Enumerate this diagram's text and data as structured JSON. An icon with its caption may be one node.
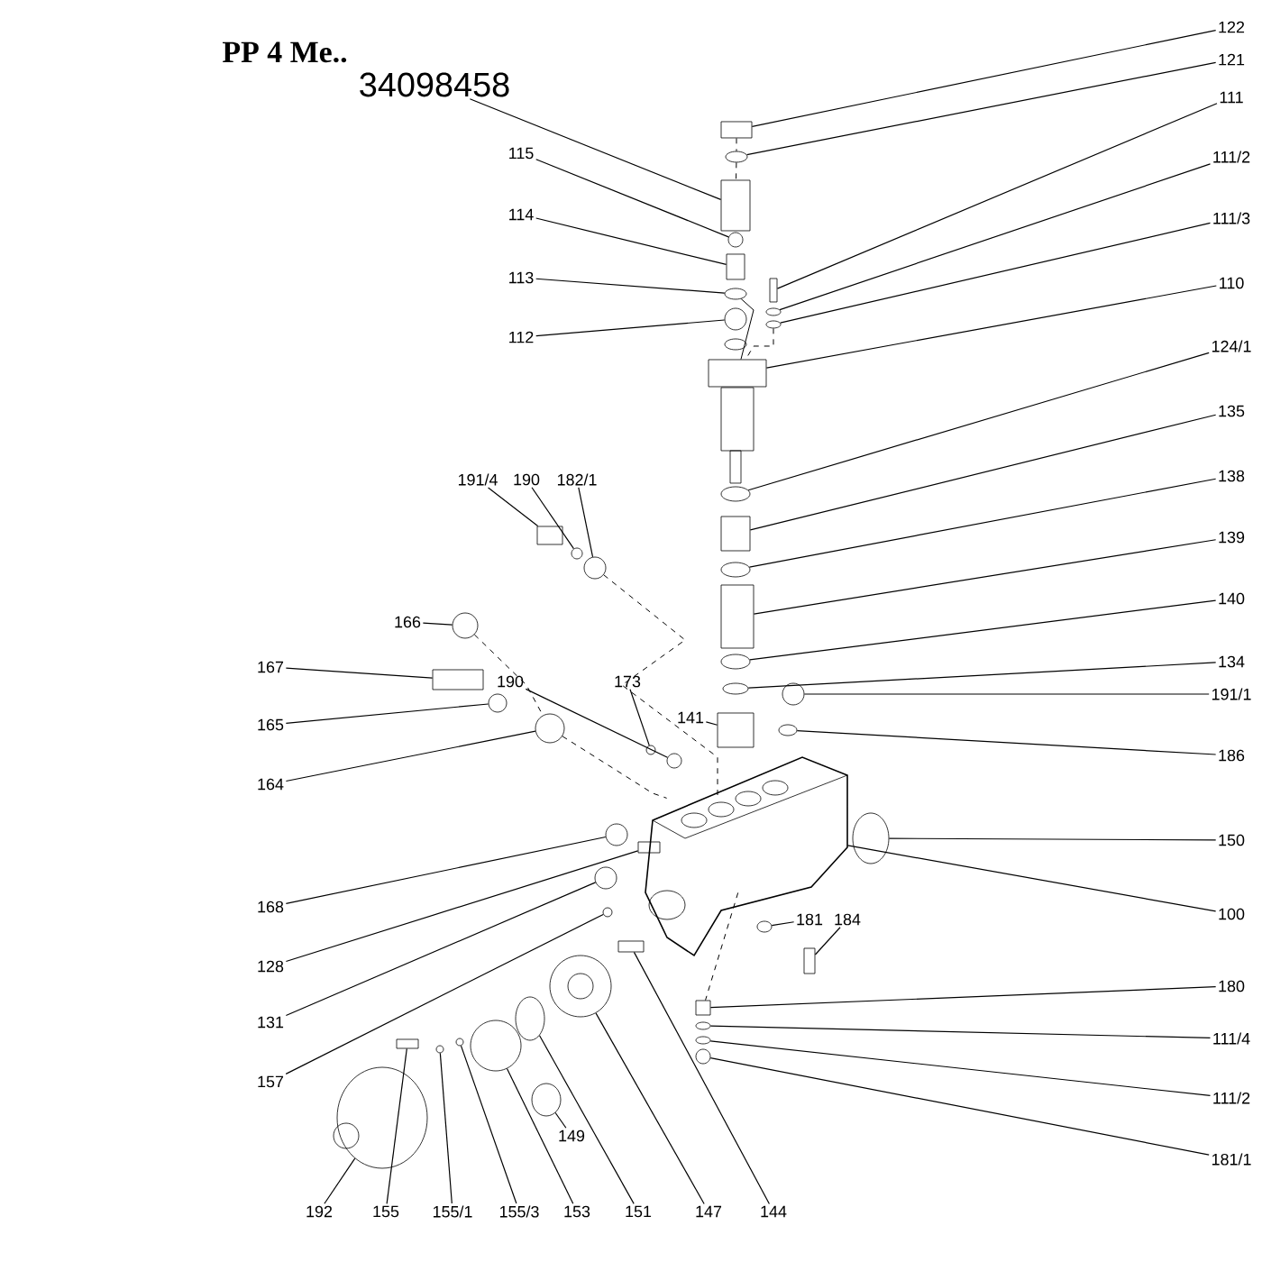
{
  "diagram": {
    "title": "PP 4 Me..",
    "nodes": [
      {
        "text": [
          "34098458"
        ]
      },
      {
        "text": [
          "122"
        ]
      },
      {
        "text": [
          "121"
        ]
      },
      {
        "text": [
          "111"
        ]
      },
      {
        "text": [
          "111/2"
        ]
      },
      {
        "text": [
          "115"
        ]
      },
      {
        "text": [
          "111/3"
        ]
      },
      {
        "text": [
          "114"
        ]
      },
      {
        "text": [
          "113"
        ]
      },
      {
        "text": [
          "110"
        ]
      },
      {
        "text": [
          "112"
        ]
      },
      {
        "text": [
          "124/1"
        ]
      },
      {
        "text": [
          "135"
        ]
      },
      {
        "text": [
          "191/4"
        ]
      },
      {
        "text": [
          "190"
        ]
      },
      {
        "text": [
          "182/1"
        ]
      },
      {
        "text": [
          "138"
        ]
      },
      {
        "text": [
          "139"
        ]
      },
      {
        "text": [
          "166"
        ]
      },
      {
        "text": [
          "140"
        ]
      },
      {
        "text": [
          "167"
        ]
      },
      {
        "text": [
          "134"
        ]
      },
      {
        "text": [
          "190"
        ]
      },
      {
        "text": [
          "173"
        ]
      },
      {
        "text": [
          "191/1"
        ]
      },
      {
        "text": [
          "141"
        ]
      },
      {
        "text": [
          "165"
        ]
      },
      {
        "text": [
          "186"
        ]
      },
      {
        "text": [
          "164"
        ]
      },
      {
        "text": [
          "150"
        ]
      },
      {
        "text": [
          "168"
        ]
      },
      {
        "text": [
          "100"
        ]
      },
      {
        "text": [
          "181"
        ]
      },
      {
        "text": [
          "184"
        ]
      },
      {
        "text": [
          "128"
        ]
      },
      {
        "text": [
          "180"
        ]
      },
      {
        "text": [
          "131"
        ]
      },
      {
        "text": [
          "111/4"
        ]
      },
      {
        "text": [
          "157"
        ]
      },
      {
        "text": [
          "111/2"
        ]
      },
      {
        "text": [
          "149"
        ]
      },
      {
        "text": [
          "181/1"
        ]
      },
      {
        "text": [
          "192"
        ]
      },
      {
        "text": [
          "155"
        ]
      },
      {
        "text": [
          "155/1"
        ]
      },
      {
        "text": [
          "155/3"
        ]
      },
      {
        "text": [
          "153"
        ]
      },
      {
        "text": [
          "151"
        ]
      },
      {
        "text": [
          "147"
        ]
      },
      {
        "text": [
          "144"
        ]
      },
      {
        "text": [],
        "shape": "box"
      },
      {
        "text": [],
        "shape": "box"
      },
      {
        "text": [],
        "shape": "circle"
      },
      {
        "text": [],
        "shape": "box"
      },
      {
        "text": [],
        "shape": "circle"
      },
      {
        "text": [],
        "shape": "circle"
      },
      {
        "text": [],
        "shape": "circle"
      },
      {
        "text": [],
        "shape": "box"
      },
      {
        "text": [],
        "shape": "circle"
      },
      {
        "text": [],
        "shape": "box"
      },
      {
        "text": [],
        "shape": "circle"
      },
      {
        "text": [],
        "shape": "circle"
      },
      {
        "text": [],
        "shape": "box"
      },
      {
        "text": [],
        "shape": "box"
      },
      {
        "text": [],
        "shape": "circle"
      },
      {
        "text": [],
        "shape": "circle"
      },
      {
        "text": [],
        "shape": "circle"
      },
      {
        "text": [],
        "shape": "box"
      },
      {
        "text": [],
        "shape": "circle"
      },
      {
        "text": [],
        "shape": "circle"
      },
      {
        "text": [],
        "shape": "box"
      },
      {
        "text": [],
        "shape": "circle"
      },
      {
        "text": [],
        "shape": "circle"
      },
      {
        "text": [],
        "shape": "circle"
      },
      {
        "text": [],
        "shape": "box"
      },
      {
        "text": [],
        "shape": "circle"
      },
      {
        "text": [],
        "shape": "circle"
      },
      {
        "text": [],
        "shape": "circle"
      },
      {
        "text": [],
        "shape": "circle"
      },
      {
        "text": [],
        "shape": "circle"
      },
      {
        "text": [],
        "shape": "circle"
      },
      {
        "text": [],
        "shape": "box"
      },
      {
        "text": [],
        "shape": "box"
      },
      {
        "text": [],
        "shape": "box"
      },
      {
        "text": [],
        "shape": "circle"
      },
      {
        "text": [],
        "shape": "circle"
      },
      {
        "text": [],
        "shape": "circle"
      },
      {
        "text": [],
        "shape": "circle"
      },
      {
        "text": [],
        "shape": "circle"
      },
      {
        "text": [],
        "shape": "circle"
      },
      {
        "text": [],
        "shape": "circle"
      },
      {
        "text": [],
        "shape": "box"
      },
      {
        "text": [],
        "shape": "circle"
      },
      {
        "text": [],
        "shape": "circle"
      },
      {
        "text": [],
        "shape": "circle"
      },
      {
        "text": [],
        "shape": "circle"
      },
      {
        "text": [],
        "shape": "circle"
      },
      {
        "text": [],
        "shape": "circle"
      },
      {
        "text": [],
        "shape": "box"
      },
      {
        "text": [],
        "shape": "picture"
      }
    ],
    "edges": [
      {
        "from": 0,
        "to": 50,
        "arrow": "none"
      },
      {
        "from": 1,
        "to": 51,
        "arrow": "none"
      },
      {
        "from": 2,
        "to": 52,
        "arrow": "none"
      },
      {
        "from": 3,
        "to": 53,
        "arrow": "none"
      },
      {
        "from": 4,
        "to": 54,
        "arrow": "none"
      },
      {
        "from": 5,
        "to": 55,
        "arrow": "none"
      },
      {
        "from": 6,
        "to": 56,
        "arrow": "none"
      },
      {
        "from": 7,
        "to": 57,
        "arrow": "none"
      },
      {
        "from": 8,
        "to": 58,
        "arrow": "none"
      },
      {
        "from": 9,
        "to": 59,
        "arrow": "none"
      },
      {
        "from": 10,
        "to": 60,
        "arrow": "none"
      },
      {
        "from": 11,
        "to": 61,
        "arrow": "none"
      },
      {
        "from": 12,
        "to": 62,
        "arrow": "none"
      },
      {
        "from": 13,
        "to": 63,
        "arrow": "none"
      },
      {
        "from": 14,
        "to": 64,
        "arrow": "none"
      },
      {
        "from": 15,
        "to": 65,
        "arrow": "none"
      },
      {
        "from": 16,
        "to": 66,
        "arrow": "none"
      },
      {
        "from": 17,
        "to": 67,
        "arrow": "none"
      },
      {
        "from": 18,
        "to": 68,
        "arrow": "none"
      },
      {
        "from": 19,
        "to": 69,
        "arrow": "none"
      },
      {
        "from": 20,
        "to": 70,
        "arrow": "none"
      },
      {
        "from": 21,
        "to": 71,
        "arrow": "none"
      },
      {
        "from": 22,
        "to": 72,
        "arrow": "none"
      },
      {
        "from": 23,
        "to": 97,
        "arrow": "none"
      },
      {
        "from": 24,
        "to": 73,
        "arrow": "none"
      },
      {
        "from": 25,
        "to": 74,
        "arrow": "none"
      },
      {
        "from": 26,
        "to": 75,
        "arrow": "none"
      },
      {
        "from": 27,
        "to": 76,
        "arrow": "none"
      },
      {
        "from": 28,
        "to": 77,
        "arrow": "none"
      },
      {
        "from": 29,
        "to": 78,
        "arrow": "none"
      },
      {
        "from": 30,
        "to": 79,
        "arrow": "none"
      },
      {
        "from": 31,
        "to": 99,
        "arrow": "none"
      },
      {
        "from": 32,
        "to": 80,
        "arrow": "none"
      },
      {
        "from": 33,
        "to": 81,
        "arrow": "none"
      },
      {
        "from": 34,
        "to": 82,
        "arrow": "none"
      },
      {
        "from": 35,
        "to": 83,
        "arrow": "none"
      },
      {
        "from": 36,
        "to": 84,
        "arrow": "none"
      },
      {
        "from": 37,
        "to": 85,
        "arrow": "none"
      },
      {
        "from": 38,
        "to": 86,
        "arrow": "none"
      },
      {
        "from": 39,
        "to": 87,
        "arrow": "none"
      },
      {
        "from": 40,
        "to": 88,
        "arrow": "none"
      },
      {
        "from": 41,
        "to": 89,
        "arrow": "none"
      },
      {
        "from": 42,
        "to": 90,
        "arrow": "none"
      },
      {
        "from": 43,
        "to": 91,
        "arrow": "none"
      },
      {
        "from": 44,
        "to": 92,
        "arrow": "none"
      },
      {
        "from": 45,
        "to": 93,
        "arrow": "none"
      },
      {
        "from": 46,
        "to": 94,
        "arrow": "none"
      },
      {
        "from": 47,
        "to": 95,
        "arrow": "none"
      },
      {
        "from": 48,
        "to": 96,
        "arrow": "none"
      },
      {
        "from": 49,
        "to": 98,
        "arrow": "none"
      },
      {
        "from": 51,
        "to": 52,
        "arrow": "none",
        "style": "dashed"
      },
      {
        "from": 52,
        "to": 50,
        "arrow": "none",
        "style": "dashed"
      },
      {
        "from": 56,
        "to": 59,
        "arrow": "none",
        "style": "dashed"
      },
      {
        "from": 58,
        "to": 59,
        "arrow": "none"
      },
      {
        "from": 65,
        "to": 99,
        "arrow": "none",
        "style": "dashed"
      },
      {
        "from": 68,
        "to": 77,
        "arrow": "none",
        "style": "dashed"
      },
      {
        "from": 77,
        "to": 99,
        "arrow": "none",
        "style": "dashed"
      },
      {
        "from": 99,
        "to": 83,
        "arrow": "none",
        "style": "dashed"
      }
    ]
  }
}
